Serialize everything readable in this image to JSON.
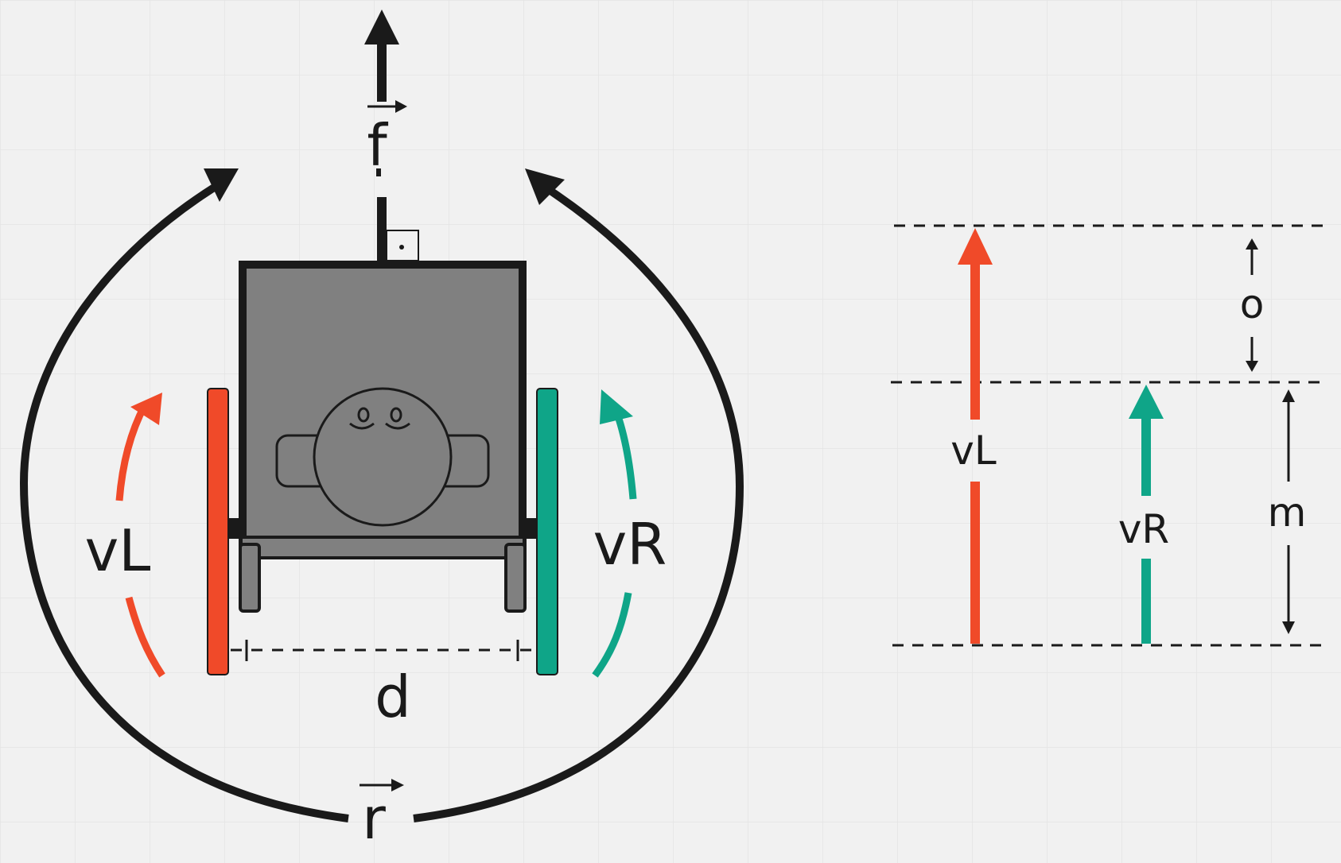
{
  "colors": {
    "background": "#f1f1f1",
    "grid": "#e4e4e4",
    "left_wheel": "#f04a29",
    "right_wheel": "#0fa588",
    "robot_body": "#808080",
    "outline": "#1a1a1a"
  },
  "robot_diagram": {
    "forward_vector_label": "f",
    "rotation_vector_label": "r",
    "left_velocity_label": "vL",
    "right_velocity_label": "vR",
    "wheel_distance_label": "d"
  },
  "velocity_diagram": {
    "left_velocity_label": "vL",
    "right_velocity_label": "vR",
    "offset_label": "o",
    "mean_label": "m"
  }
}
